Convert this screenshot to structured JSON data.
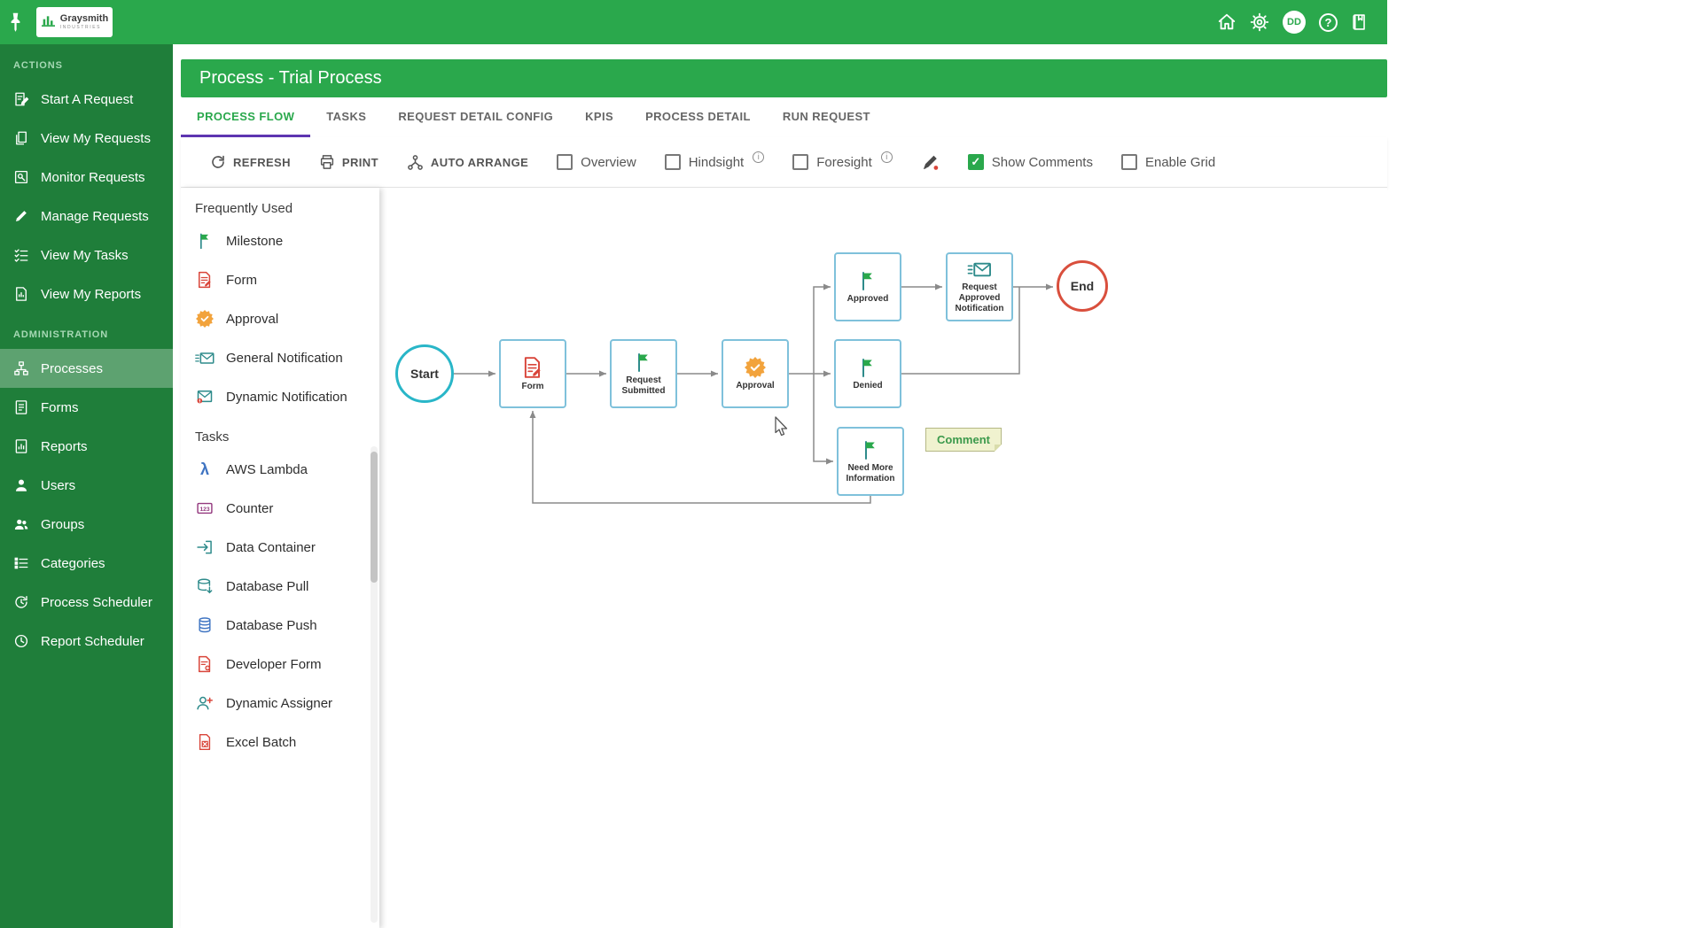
{
  "colors": {
    "brand_green": "#2AA84C",
    "sidebar_green": "#1F7E3A",
    "tab_indicator_purple": "#5E35B1",
    "node_border_blue": "#7FC1DB",
    "start_border_teal": "#29B6C8",
    "end_border_red": "#D94F3D",
    "comment_bg": "#F0F2CF",
    "icon_red": "#D9453A",
    "icon_teal": "#2E8B8B",
    "icon_orange": "#F2A33C"
  },
  "topbar": {
    "logo_title": "Graysmith",
    "logo_subtitle": "INDUSTRIES",
    "avatar_initials": "DD"
  },
  "page": {
    "title": "Process - Trial Process"
  },
  "tabs": {
    "items": [
      {
        "label": "PROCESS FLOW",
        "active": true
      },
      {
        "label": "TASKS",
        "active": false
      },
      {
        "label": "REQUEST DETAIL CONFIG",
        "active": false
      },
      {
        "label": "KPIS",
        "active": false
      },
      {
        "label": "PROCESS DETAIL",
        "active": false
      },
      {
        "label": "RUN REQUEST",
        "active": false
      }
    ]
  },
  "toolbar": {
    "refresh_label": "REFRESH",
    "print_label": "PRINT",
    "auto_arrange_label": "AUTO ARRANGE",
    "overview_label": "Overview",
    "hindsight_label": "Hindsight",
    "foresight_label": "Foresight",
    "show_comments_label": "Show Comments",
    "enable_grid_label": "Enable Grid",
    "overview_checked": false,
    "hindsight_checked": false,
    "foresight_checked": false,
    "show_comments_checked": true,
    "enable_grid_checked": false
  },
  "sidebar": {
    "sections": [
      {
        "header": "ACTIONS",
        "items": [
          {
            "label": "Start A Request"
          },
          {
            "label": "View My Requests"
          },
          {
            "label": "Monitor Requests"
          },
          {
            "label": "Manage Requests"
          },
          {
            "label": "View My Tasks"
          },
          {
            "label": "View My Reports"
          }
        ]
      },
      {
        "header": "ADMINISTRATION",
        "items": [
          {
            "label": "Processes",
            "selected": true
          },
          {
            "label": "Forms"
          },
          {
            "label": "Reports"
          },
          {
            "label": "Users"
          },
          {
            "label": "Groups"
          },
          {
            "label": "Categories"
          },
          {
            "label": "Process Scheduler"
          },
          {
            "label": "Report Scheduler"
          }
        ]
      }
    ]
  },
  "palette": {
    "groups": [
      {
        "header": "Frequently Used",
        "items": [
          {
            "label": "Milestone"
          },
          {
            "label": "Form"
          },
          {
            "label": "Approval"
          },
          {
            "label": "General Notification"
          },
          {
            "label": "Dynamic Notification"
          }
        ]
      },
      {
        "header": "Tasks",
        "items": [
          {
            "label": "AWS Lambda"
          },
          {
            "label": "Counter"
          },
          {
            "label": "Data Container"
          },
          {
            "label": "Database Pull"
          },
          {
            "label": "Database Push"
          },
          {
            "label": "Developer Form"
          },
          {
            "label": "Dynamic Assigner"
          },
          {
            "label": "Excel Batch"
          }
        ]
      }
    ]
  },
  "canvas": {
    "start_label": "Start",
    "end_label": "End",
    "comment_label": "Comment",
    "nodes": [
      {
        "label": "Form"
      },
      {
        "label": "Request Submitted"
      },
      {
        "label": "Approval"
      },
      {
        "label": "Approved"
      },
      {
        "label": "Request Approved Notification"
      },
      {
        "label": "Denied"
      },
      {
        "label": "Need More Information"
      }
    ]
  }
}
